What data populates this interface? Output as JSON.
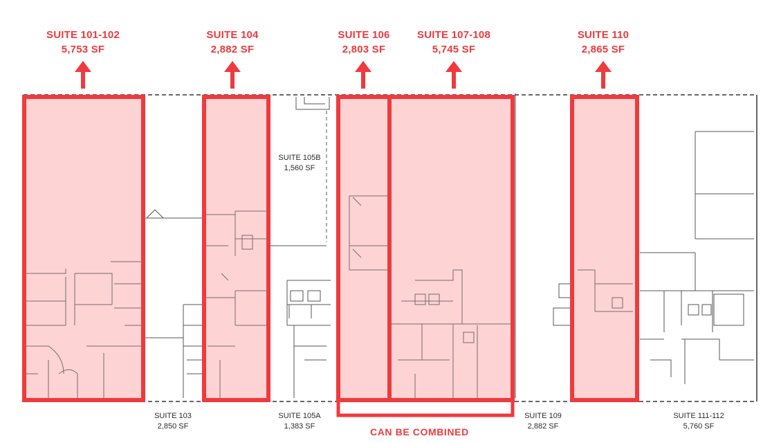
{
  "highlighted_suites": [
    {
      "name": "SUITE 101-102",
      "area": "5,753 SF"
    },
    {
      "name": "SUITE 104",
      "area": "2,882 SF"
    },
    {
      "name": "SUITE 106",
      "area": "2,803 SF"
    },
    {
      "name": "SUITE 107-108",
      "area": "5,745 SF"
    },
    {
      "name": "SUITE 110",
      "area": "2,865 SF"
    }
  ],
  "other_suites": [
    {
      "name": "SUITE 105B",
      "area": "1,560 SF"
    },
    {
      "name": "SUITE 103",
      "area": "2,850 SF"
    },
    {
      "name": "SUITE 105A",
      "area": "1,383 SF"
    },
    {
      "name": "SUITE 109",
      "area": "2,882 SF"
    },
    {
      "name": "SUITE 111-112",
      "area": "5,760 SF"
    }
  ],
  "combined_note": "CAN BE COMBINED",
  "colors": {
    "highlight_stroke": "#ef3a3e",
    "highlight_fill": "#fdd3d4",
    "line": "#444444"
  }
}
